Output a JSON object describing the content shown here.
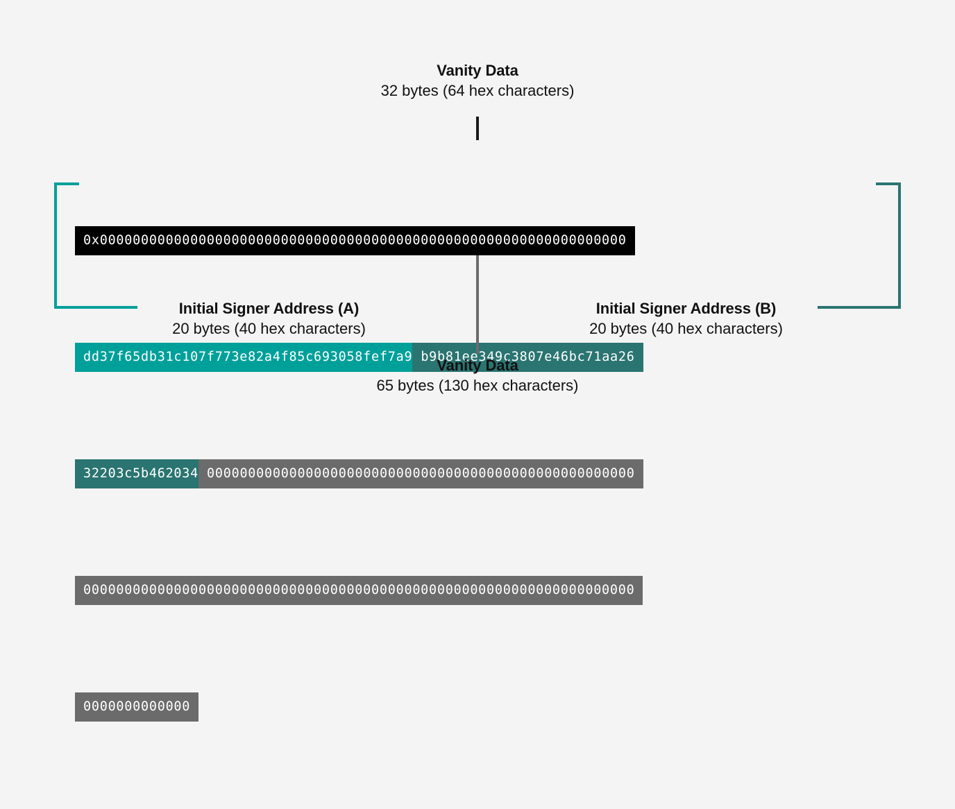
{
  "diagram": {
    "title_top": "Vanity Data",
    "colors": {
      "background": "#f4f4f4",
      "black": "#000000",
      "teal_bright": "#00a09a",
      "teal_dark": "#2a7471",
      "gray": "#6b6b6b",
      "text": "#111111"
    }
  },
  "labels": {
    "top": {
      "title": "Vanity Data",
      "subtitle": "32 bytes (64 hex characters)"
    },
    "bottom_left": {
      "title": "Initial Signer Address (A)",
      "subtitle": "20 bytes (40 hex characters)"
    },
    "bottom_right": {
      "title": "Initial Signer Address (B)",
      "subtitle": "20 bytes (40 hex characters)"
    },
    "bottom_center": {
      "title": "Vanity Data",
      "subtitle": "65 bytes (130 hex characters)"
    }
  },
  "hex": {
    "row1": {
      "prefix": "0x",
      "zeros": "0000000000000000000000000000000000000000000000000000000000000000"
    },
    "row2": {
      "signer_a": "dd37f65db31c107f773e82a4f85c693058fef7a9",
      "signer_b_part1": "b9b81ee349c3807e46bc71aa26"
    },
    "row3": {
      "signer_b_part2": "32203c5b462034",
      "zeros": "0000000000000000000000000000000000000000000000000000"
    },
    "row4": {
      "zeros": "0000000000000000000000000000000000000000000000000000000000000000000"
    },
    "row5": {
      "zeros": "0000000000000"
    }
  }
}
